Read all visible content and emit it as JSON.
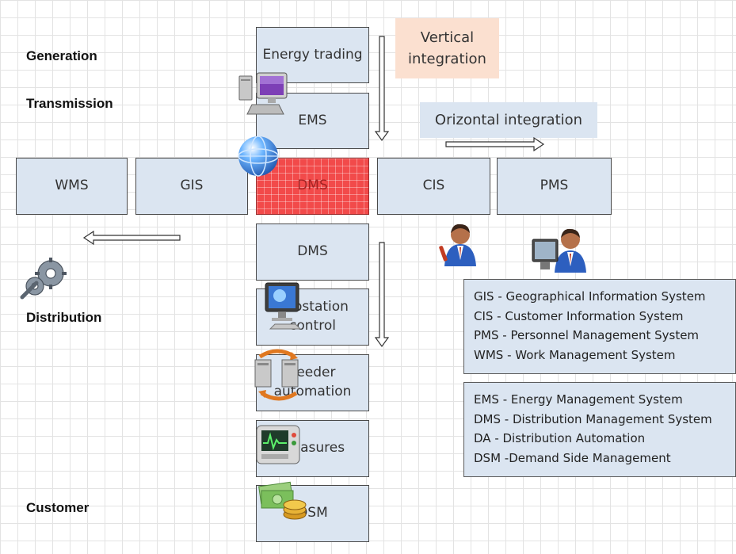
{
  "levels": {
    "generation": "Generation",
    "transmission": "Transmission",
    "distribution": "Distribution",
    "customer": "Customer"
  },
  "center_column": [
    "Energy trading",
    "EMS",
    "DMS",
    "DMS",
    "Substation control",
    "Feeder automation",
    "Measures",
    "DSM"
  ],
  "row": {
    "wms": "WMS",
    "gis": "GIS",
    "cis": "CIS",
    "pms": "PMS"
  },
  "integration": {
    "vertical": "Vertical integration",
    "horizontal": "Orizontal integration"
  },
  "legend_top": [
    "GIS - Geographical Information System",
    "CIS - Customer Information System",
    "PMS - Personnel Management System",
    "WMS - Work Management System"
  ],
  "legend_bottom": [
    "EMS - Energy Management System",
    "DMS - Distribution Management System",
    "DA - Distribution  Automation",
    "DSM -Demand Side Management"
  ],
  "colors": {
    "box_fill": "#dbe5f1",
    "highlight": "#f24a4a",
    "vertical_tag": "#fbe0d0"
  },
  "icons": [
    "computer-icon",
    "globe-icon",
    "gears-icon",
    "person-icon",
    "person-computer-icon",
    "monitor-icon",
    "servers-sync-icon",
    "meter-icon",
    "money-icon"
  ]
}
